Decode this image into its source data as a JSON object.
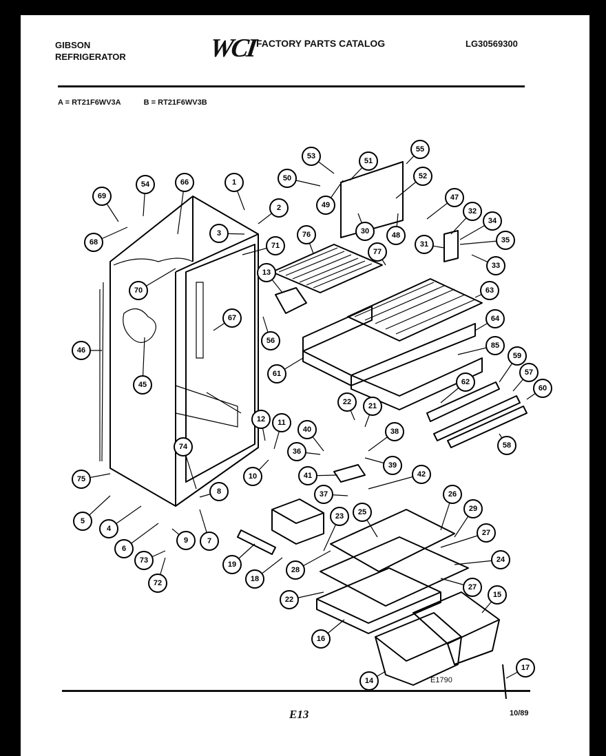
{
  "header": {
    "brand_line1": "GIBSON",
    "brand_line2": "REFRIGERATOR",
    "logo": "WCI",
    "catalog_title": "FACTORY PARTS CATALOG",
    "doc_number": "LG30569300"
  },
  "models": {
    "a": "A = RT21F6WV3A",
    "b": "B = RT21F6WV3B"
  },
  "footer": {
    "drawing_code": "E1790",
    "page": "E13",
    "date": "10/89"
  },
  "callouts": [
    "53",
    "51",
    "55",
    "50",
    "52",
    "69",
    "54",
    "66",
    "1",
    "2",
    "49",
    "47",
    "32",
    "34",
    "68",
    "3",
    "30",
    "48",
    "35",
    "31",
    "76",
    "71",
    "77",
    "33",
    "70",
    "13",
    "63",
    "67",
    "64",
    "46",
    "56",
    "85",
    "59",
    "61",
    "57",
    "45",
    "62",
    "60",
    "22",
    "21",
    "12",
    "11",
    "40",
    "38",
    "58",
    "74",
    "36",
    "39",
    "10",
    "75",
    "41",
    "42",
    "8",
    "37",
    "5",
    "26",
    "23",
    "25",
    "29",
    "4",
    "27",
    "6",
    "9",
    "7",
    "73",
    "19",
    "28",
    "24",
    "18",
    "22",
    "27",
    "72",
    "15",
    "16",
    "17",
    "14"
  ]
}
